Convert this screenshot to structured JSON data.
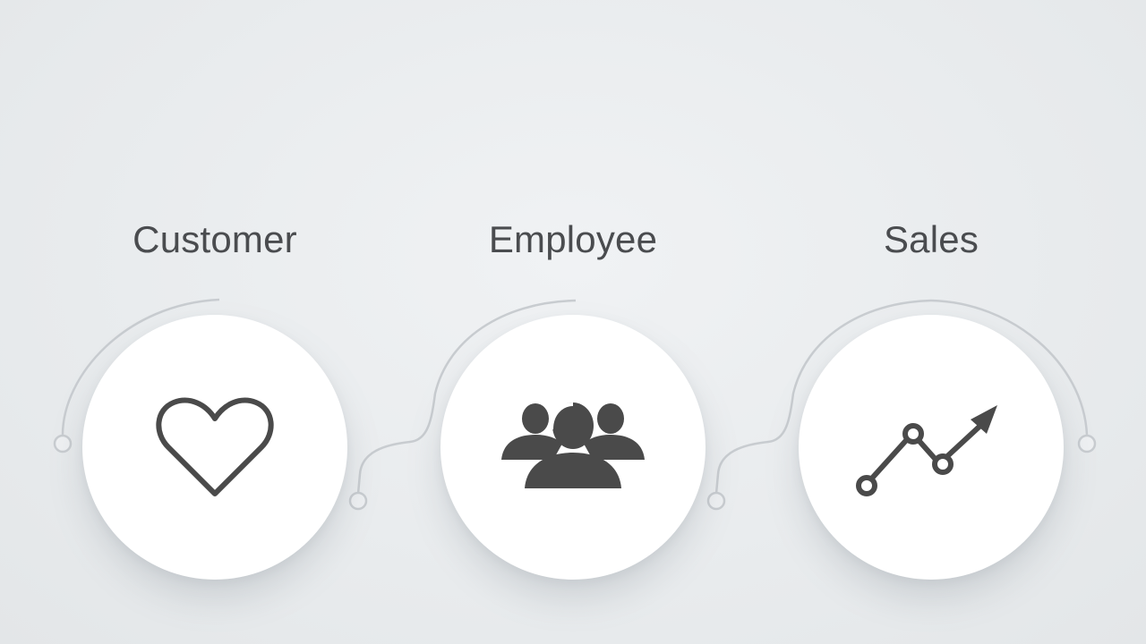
{
  "steps": [
    {
      "label": "Customer",
      "icon": "heart-icon"
    },
    {
      "label": "Employee",
      "icon": "people-group-icon"
    },
    {
      "label": "Sales",
      "icon": "trend-up-icon"
    }
  ],
  "colors": {
    "background": "#e9ecee",
    "card": "#ffffff",
    "icon": "#4a4a4a",
    "text": "#4a4c4f",
    "connector": "#c8ccd0"
  }
}
